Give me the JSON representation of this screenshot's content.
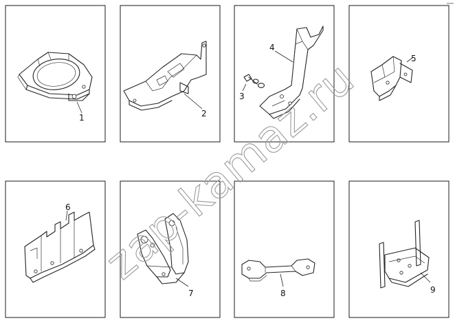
{
  "watermark": "zap-kamaz.ru",
  "callouts": {
    "c1": "1",
    "c2": "2",
    "c3": "3",
    "c4": "4",
    "c5": "5",
    "c6": "6",
    "c7": "7",
    "c8": "8",
    "c9": "9"
  }
}
